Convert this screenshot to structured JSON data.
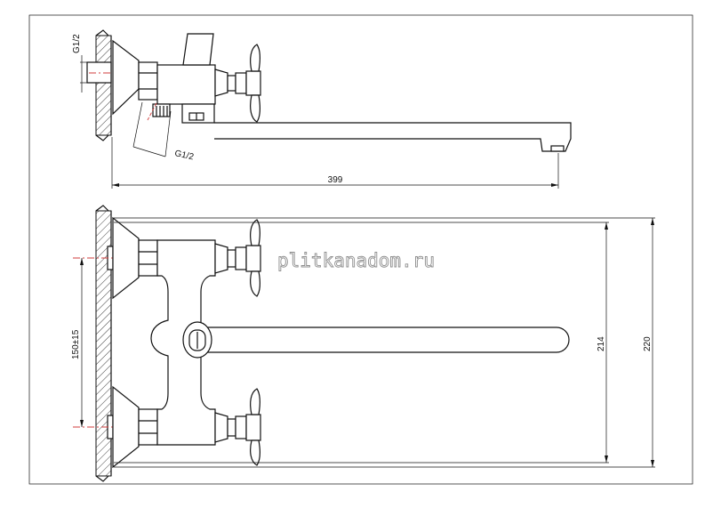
{
  "watermark": "plitkanadom.ru",
  "side_view": {
    "thread_label_top": "G1/2",
    "thread_label_bottom": "G1/2",
    "length_dimension": "399"
  },
  "front_view": {
    "center_distance": "150±15",
    "height_inner": "214",
    "height_outer": "220"
  }
}
